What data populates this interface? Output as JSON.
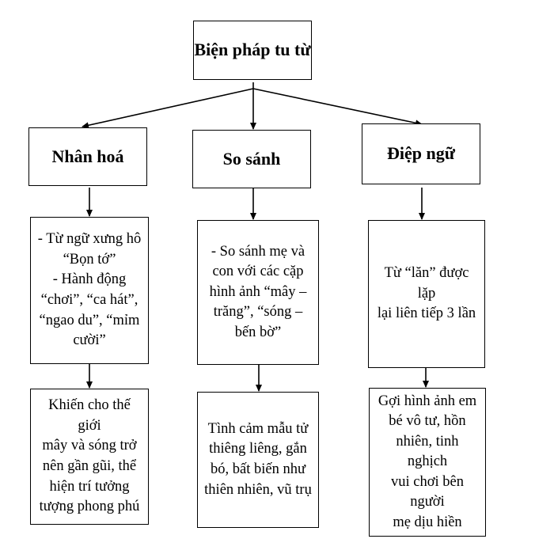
{
  "title": "Biện pháp tu từ",
  "columns": [
    {
      "heading": "Nhân hoá",
      "detail": [
        "- Từ ngữ xưng hô",
        "“Bọn tớ”",
        "- Hành động",
        "“chơi”, “ca hát”,",
        "“ngao du”, “mỉm",
        "cười”"
      ],
      "effect": [
        "Khiến cho thế giới",
        "mây và sóng trở",
        "nên gần gũi, thể",
        "hiện trí tưởng",
        "tượng phong phú"
      ]
    },
    {
      "heading": "So sánh",
      "detail": [
        "- So sánh mẹ và",
        "con với các cặp",
        "hình ảnh “mây –",
        "trăng”, “sóng –",
        "bến bờ”"
      ],
      "effect": [
        "Tình cảm mẫu tử",
        "thiêng liêng, gắn",
        "bó, bất biến như",
        "thiên nhiên, vũ trụ"
      ]
    },
    {
      "heading": "Điệp ngữ",
      "detail": [
        "Từ “lăn” được lặp",
        "lại liên tiếp 3 lần"
      ],
      "effect": [
        "Gợi hình ảnh em",
        "bé vô tư, hồn",
        "nhiên, tinh nghịch",
        "vui chơi bên người",
        "mẹ dịu hiền"
      ]
    }
  ]
}
